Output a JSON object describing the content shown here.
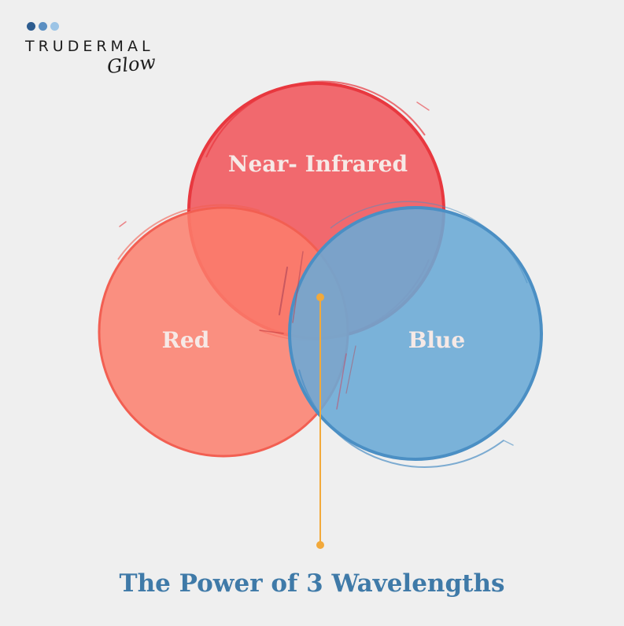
{
  "logo": {
    "wordmark": "TRUDERMAL",
    "script": "Glow",
    "dot_colors": [
      "#2d5c8f",
      "#5b8fc2",
      "#9cc4e6"
    ]
  },
  "diagram": {
    "circles": [
      {
        "id": "near-infrared",
        "label": "Near- Infrared",
        "fill": "#f15a5f",
        "stroke": "#e8383f"
      },
      {
        "id": "red",
        "label": "Red",
        "fill": "#fb7e6c",
        "stroke": "#f25f52"
      },
      {
        "id": "blue",
        "label": "Blue",
        "fill": "#6aaad6",
        "stroke": "#4b8fc4"
      }
    ],
    "connector_color": "#f2a93b"
  },
  "caption": "The Power of 3 Wavelengths"
}
